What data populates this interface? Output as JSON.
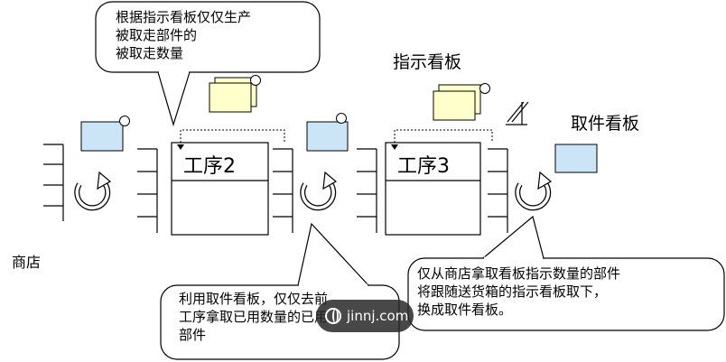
{
  "callouts": {
    "top": "根据指示看板仅仅生产\n被取走部件的\n被取走数量",
    "bottom_left": "利用取件看板，仅仅去前\n工序拿取已用数量的已用\n部件",
    "bottom_right": "仅从商店拿取看板指示数量的部件\n将跟随送货箱的指示看板取下，\n换成取件看板。"
  },
  "labels": {
    "instruction_kanban": "指示看板",
    "pickup_kanban": "取件看板",
    "store": "商店"
  },
  "processes": [
    {
      "title": "工序2"
    },
    {
      "title": "工序3"
    }
  ],
  "watermark": {
    "text": "jinnj.com"
  },
  "colors": {
    "pickup_card": "#cce5f6",
    "instruction_card": "#ffffcc",
    "outline": "#000000"
  },
  "icons": [
    "cycle-arrow-icon",
    "kanban-post-icon",
    "globe-icon"
  ]
}
